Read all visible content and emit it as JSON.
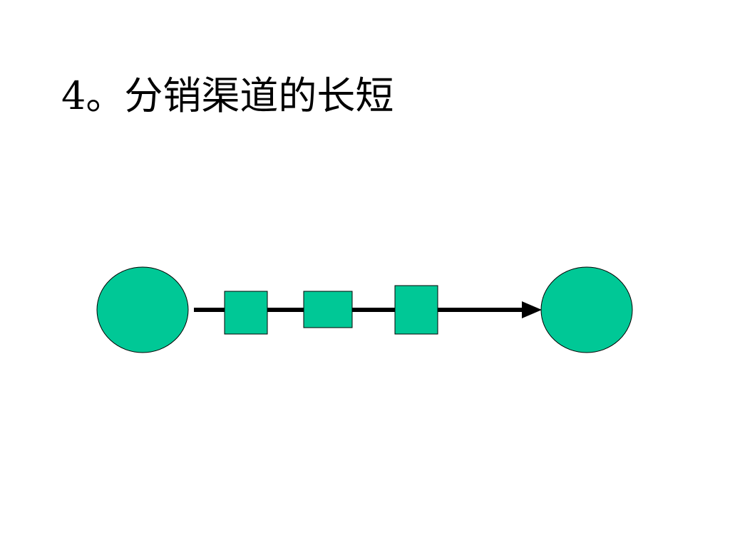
{
  "slide": {
    "title": "4。分销渠道的长短"
  },
  "diagram": {
    "node_fill": "#00c896",
    "node_stroke": "#000000",
    "connector_color": "#000000",
    "nodes": [
      {
        "shape": "circle",
        "role": "start-node"
      },
      {
        "shape": "square",
        "role": "intermediary-1"
      },
      {
        "shape": "square",
        "role": "intermediary-2"
      },
      {
        "shape": "square",
        "role": "intermediary-3"
      },
      {
        "shape": "circle",
        "role": "end-node"
      }
    ],
    "connector": "arrow"
  }
}
